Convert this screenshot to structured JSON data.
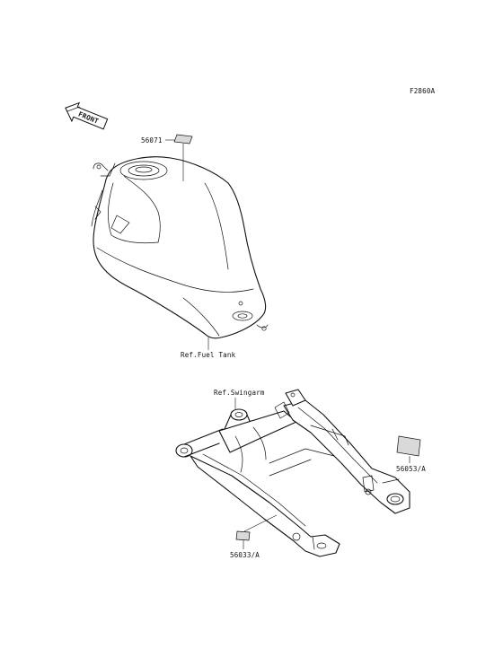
{
  "figure_code": "F2860A",
  "front_arrow": {
    "text": "FRONT",
    "icon": "front-arrow-icon"
  },
  "parts": [
    {
      "id": "56071",
      "label": "56071"
    },
    {
      "id": "56053A",
      "label": "56053/A"
    },
    {
      "id": "56033A",
      "label": "56033/A"
    }
  ],
  "references": [
    {
      "id": "fuel_tank",
      "label": "Ref.Fuel Tank"
    },
    {
      "id": "swingarm",
      "label": "Ref.Swingarm"
    }
  ]
}
